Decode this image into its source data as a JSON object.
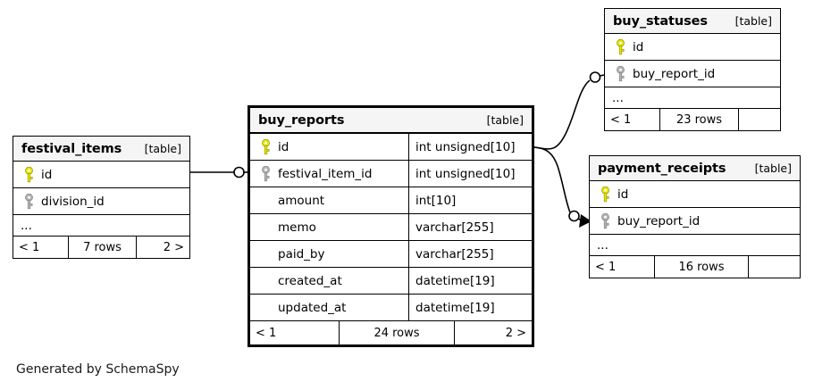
{
  "diagram": {
    "kind": "database-schema",
    "generator_caption": "Generated by SchemaSpy",
    "colors": {
      "primary_key": "#e8e800",
      "foreign_key": "#b3b3b3",
      "header_bg": "#f5f5f5",
      "border": "#000000",
      "background": "#ffffff"
    }
  },
  "tables": {
    "buy_reports": {
      "name": "buy_reports",
      "tag": "[table]",
      "emphasis": true,
      "columns": [
        {
          "key": "primary-key",
          "name": "id",
          "type": "int unsigned[10]"
        },
        {
          "key": "foreign-key",
          "name": "festival_item_id",
          "type": "int unsigned[10]"
        },
        {
          "key": "none",
          "name": "amount",
          "type": "int[10]"
        },
        {
          "key": "none",
          "name": "memo",
          "type": "varchar[255]"
        },
        {
          "key": "none",
          "name": "paid_by",
          "type": "varchar[255]"
        },
        {
          "key": "none",
          "name": "created_at",
          "type": "datetime[19]"
        },
        {
          "key": "none",
          "name": "updated_at",
          "type": "datetime[19]"
        }
      ],
      "has_ellipsis": false,
      "footer": {
        "prev": "< 1",
        "rows": "24 rows",
        "next": "2 >"
      }
    },
    "festival_items": {
      "name": "festival_items",
      "tag": "[table]",
      "emphasis": false,
      "columns": [
        {
          "key": "primary-key",
          "name": "id",
          "type": ""
        },
        {
          "key": "foreign-key",
          "name": "division_id",
          "type": ""
        }
      ],
      "has_ellipsis": true,
      "ellipsis": "...",
      "footer": {
        "prev": "< 1",
        "rows": "7 rows",
        "next": "2 >"
      }
    },
    "buy_statuses": {
      "name": "buy_statuses",
      "tag": "[table]",
      "emphasis": false,
      "columns": [
        {
          "key": "primary-key",
          "name": "id",
          "type": ""
        },
        {
          "key": "foreign-key",
          "name": "buy_report_id",
          "type": ""
        }
      ],
      "has_ellipsis": true,
      "ellipsis": "...",
      "footer": {
        "prev": "< 1",
        "rows": "23 rows",
        "next": ""
      }
    },
    "payment_receipts": {
      "name": "payment_receipts",
      "tag": "[table]",
      "emphasis": false,
      "columns": [
        {
          "key": "primary-key",
          "name": "id",
          "type": ""
        },
        {
          "key": "foreign-key",
          "name": "buy_report_id",
          "type": ""
        }
      ],
      "has_ellipsis": true,
      "ellipsis": "...",
      "footer": {
        "prev": "< 1",
        "rows": "16 rows",
        "next": ""
      }
    }
  },
  "relationships": [
    {
      "id": "festival-items-to-buy-reports",
      "from_table": "festival_items",
      "from_column": "id",
      "to_table": "buy_reports",
      "to_column": "festival_item_id",
      "style": "straight"
    },
    {
      "id": "buy-reports-to-buy-statuses",
      "from_table": "buy_reports",
      "from_column": "id",
      "to_table": "buy_statuses",
      "to_column": "buy_report_id",
      "style": "curve-up"
    },
    {
      "id": "buy-reports-to-payment-receipts",
      "from_table": "buy_reports",
      "from_column": "id",
      "to_table": "payment_receipts",
      "to_column": "buy_report_id",
      "style": "curve-down"
    }
  ]
}
